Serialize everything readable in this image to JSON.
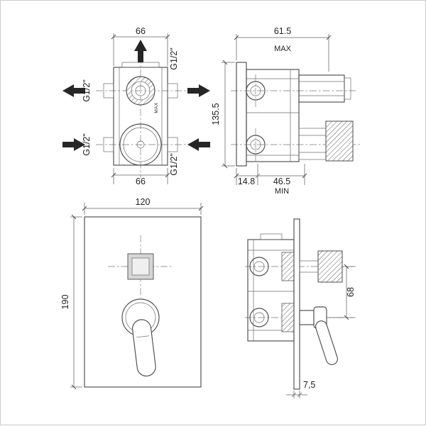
{
  "palette": {
    "background": "#ffffff",
    "frame_border": "#cccccc",
    "line": "#4d4d4d",
    "dimension_line": "#636363",
    "text": "#1f1f1f",
    "arrow_fill": "#262626",
    "button_fill": "#d6d6d6"
  },
  "views": {
    "front_rough": {
      "dim_top": "66",
      "dim_bottom": "66",
      "port_top": "G1/2\"",
      "port_left_upper": "G1/2\"",
      "port_left_lower": "G1/2\"",
      "port_bottom_right": "G1/2\"",
      "max_marking": "MAX"
    },
    "side_rough": {
      "dim_depth_max": "61.5",
      "depth_max_qualifier": "MAX",
      "dim_height": "135.5",
      "dim_rear_depth": "14.8",
      "dim_front_depth_min": "46.5",
      "front_depth_qualifier": "MIN"
    },
    "front_trim": {
      "dim_width": "120",
      "dim_height": "190"
    },
    "side_trim": {
      "dim_handle_spacing": "68",
      "dim_plate_thickness": "7,5"
    }
  }
}
